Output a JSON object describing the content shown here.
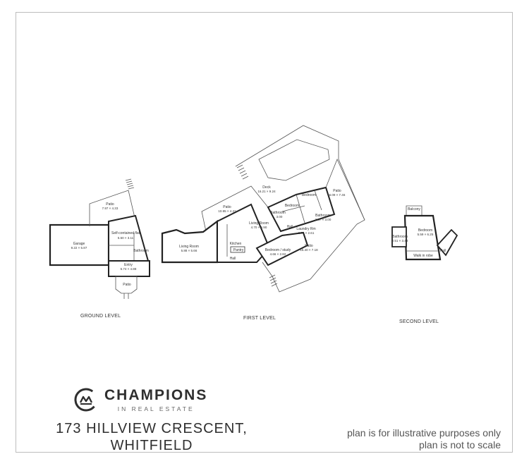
{
  "levels": {
    "ground": {
      "label": "GROUND LEVEL",
      "rooms": [
        {
          "name": "Patio",
          "dim": "7.97 × 4.33"
        },
        {
          "name": "Garage",
          "dim": "9.22 × 5.87"
        },
        {
          "name": "Self-contained flat",
          "dim": "5.50 × 3.11"
        },
        {
          "name": "Bathroom",
          "dim": ""
        },
        {
          "name": "Entry",
          "dim": "5.74 × 4.88"
        },
        {
          "name": "Patio",
          "dim": ""
        }
      ]
    },
    "first": {
      "label": "FIRST LEVEL",
      "rooms": [
        {
          "name": "Deck",
          "dim": "16.21 × 9.24"
        },
        {
          "name": "Patio",
          "dim": "10.95 × 4.22"
        },
        {
          "name": "Bedroom",
          "dim": ""
        },
        {
          "name": "Patio",
          "dim": "6.09 × 7.46"
        },
        {
          "name": "Bedroom",
          "dim": ""
        },
        {
          "name": "Bathroom",
          "dim": "2.87 × 3.00"
        },
        {
          "name": "Bathroom",
          "dim": "3.00"
        },
        {
          "name": "Living Room",
          "dim": "4.70 × 5.90"
        },
        {
          "name": "Hall",
          "dim": ""
        },
        {
          "name": "Laundry Rm",
          "dim": "2.72 × 2.61"
        },
        {
          "name": "Living Room",
          "dim": "5.88 × 5.66"
        },
        {
          "name": "Kitchen",
          "dim": ""
        },
        {
          "name": "Pantry",
          "dim": ""
        },
        {
          "name": "Bedroom / study",
          "dim": "4.66 × 2.82"
        },
        {
          "name": "Patio",
          "dim": "15.40 × 7.18"
        },
        {
          "name": "Hall",
          "dim": ""
        }
      ]
    },
    "second": {
      "label": "SECOND LEVEL",
      "rooms": [
        {
          "name": "Balcony",
          "dim": ""
        },
        {
          "name": "Bedroom",
          "dim": "5.59 × 6.25"
        },
        {
          "name": "Bathroom",
          "dim": "2.51 × 3.43"
        },
        {
          "name": "Hall",
          "dim": ""
        },
        {
          "name": "Walk in robe",
          "dim": ""
        }
      ]
    }
  },
  "brand": {
    "name": "CHAMPIONS",
    "sub": "IN REAL ESTATE"
  },
  "address": {
    "line1": "173 HILLVIEW CRESCENT,",
    "line2": "WHITFIELD"
  },
  "disclaimer": {
    "line1": "plan is for illustrative purposes only",
    "line2": "plan is not to scale"
  }
}
